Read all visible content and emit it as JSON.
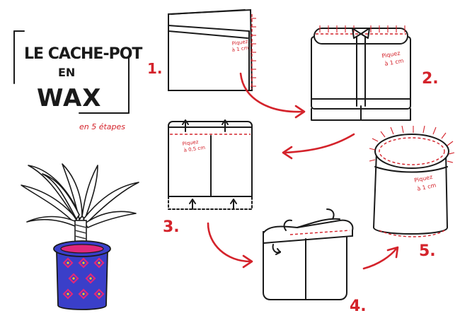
{
  "title": {
    "line1": "LE CACHE-POT",
    "line2": "EN",
    "line3": "WAX",
    "subtitle": "en 5 étapes"
  },
  "steps": [
    {
      "number": "1.",
      "note_line1": "Piquez",
      "note_line2": "à 1 cm"
    },
    {
      "number": "2.",
      "note_line1": "Piquez",
      "note_line2": "à 1 cm"
    },
    {
      "number": "3.",
      "note_line1": "Piquez",
      "note_line2": "à 0,5 cm"
    },
    {
      "number": "4.",
      "note_line1": "",
      "note_line2": ""
    },
    {
      "number": "5.",
      "note_line1": "Piquez",
      "note_line2": "à 1 cm"
    }
  ],
  "colors": {
    "accent_red": "#d4232b",
    "ink": "#1a1a1a",
    "pot_blue": "#3a3fc9",
    "pot_pattern": "#e0287a",
    "plant_trunk": "#3a3a3a"
  },
  "icons": [
    "arrow-icon",
    "pin-icon",
    "plant-icon",
    "ribbon-icon"
  ]
}
